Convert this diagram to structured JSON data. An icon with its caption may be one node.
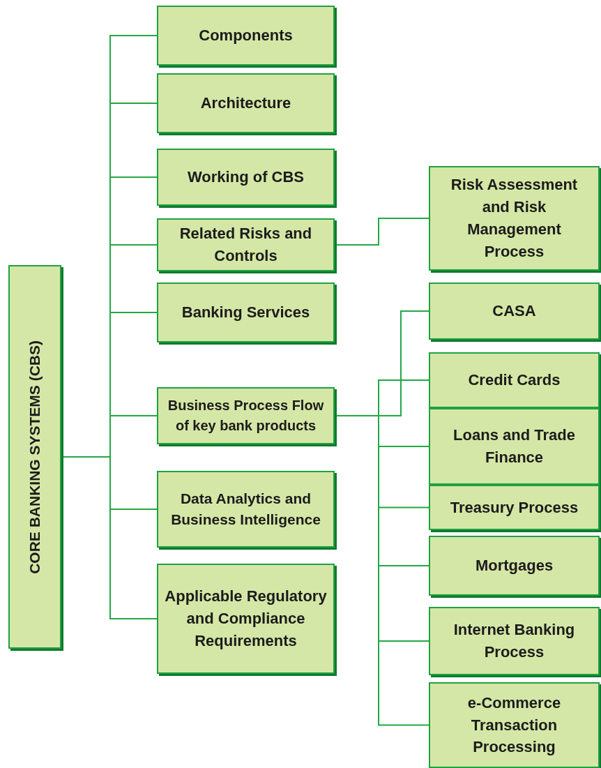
{
  "diagram": {
    "nodes": [
      {
        "text": [
          "CORE BANKING SYSTEMS (CBS)"
        ]
      },
      {
        "text": [
          "Components"
        ]
      },
      {
        "text": [
          "Architecture"
        ]
      },
      {
        "text": [
          "Working of CBS"
        ]
      },
      {
        "text": [
          "Related Risks and Controls"
        ]
      },
      {
        "text": [
          "Banking Services"
        ]
      },
      {
        "text": [
          "Business Process Flow of key bank products"
        ]
      },
      {
        "text": [
          "Data Analytics and Business Intelligence"
        ]
      },
      {
        "text": [
          "Applicable Regulatory and Compliance Requirements"
        ]
      },
      {
        "text": [
          "Risk Assessment and Risk Management Process"
        ]
      },
      {
        "text": [
          "CASA"
        ]
      },
      {
        "text": [
          "Credit Cards"
        ]
      },
      {
        "text": [
          "Loans and Trade Finance"
        ]
      },
      {
        "text": [
          "Treasury Process"
        ]
      },
      {
        "text": [
          "Mortgages"
        ]
      },
      {
        "text": [
          "Internet Banking Process"
        ]
      },
      {
        "text": [
          "e-Commerce Transaction Processing"
        ]
      }
    ],
    "edges": [
      {
        "from": 0,
        "to": 1,
        "arrow": "none"
      },
      {
        "from": 0,
        "to": 2,
        "arrow": "none"
      },
      {
        "from": 0,
        "to": 3,
        "arrow": "none"
      },
      {
        "from": 0,
        "to": 4,
        "arrow": "none"
      },
      {
        "from": 0,
        "to": 5,
        "arrow": "none"
      },
      {
        "from": 0,
        "to": 6,
        "arrow": "none"
      },
      {
        "from": 0,
        "to": 7,
        "arrow": "none"
      },
      {
        "from": 0,
        "to": 8,
        "arrow": "none"
      },
      {
        "from": 4,
        "to": 9,
        "arrow": "none"
      },
      {
        "from": 6,
        "to": 10,
        "arrow": "none"
      },
      {
        "from": 6,
        "to": 11,
        "arrow": "none"
      },
      {
        "from": 6,
        "to": 12,
        "arrow": "none"
      },
      {
        "from": 6,
        "to": 13,
        "arrow": "none"
      },
      {
        "from": 6,
        "to": 14,
        "arrow": "none"
      },
      {
        "from": 6,
        "to": 15,
        "arrow": "none"
      },
      {
        "from": 6,
        "to": 16,
        "arrow": "none"
      }
    ]
  }
}
